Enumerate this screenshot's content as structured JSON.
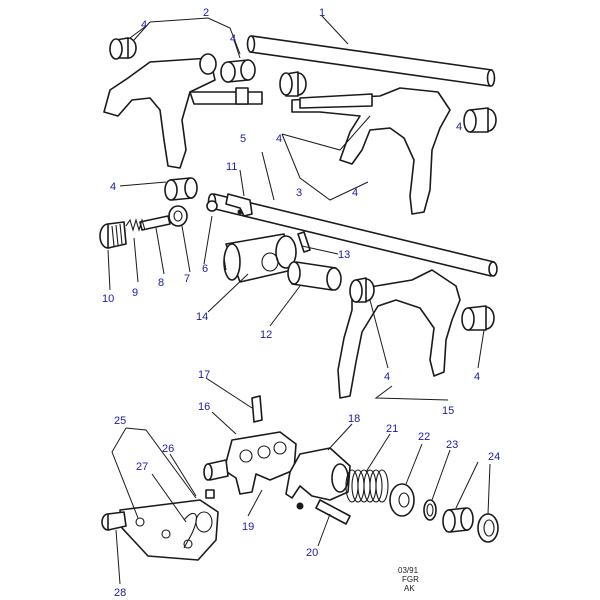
{
  "callouts": {
    "c1": "1",
    "c2": "2",
    "c3": "3",
    "c4a": "4",
    "c4b": "4",
    "c4c": "4",
    "c4d": "4",
    "c4e": "4",
    "c4f": "4",
    "c4g": "4",
    "c4h": "4",
    "c5": "5",
    "c6": "6",
    "c7": "7",
    "c8": "8",
    "c9": "9",
    "c10": "10",
    "c11": "11",
    "c12": "12",
    "c13": "13",
    "c14": "14",
    "c15": "15",
    "c16": "16",
    "c17": "17",
    "c18": "18",
    "c19": "19",
    "c20": "20",
    "c21": "21",
    "c22": "22",
    "c23": "23",
    "c24": "24",
    "c25": "25",
    "c26": "26",
    "c27": "27",
    "c28": "28"
  },
  "stamp": {
    "line1": "03/91",
    "line2": "FGR",
    "line3": "AK"
  },
  "colors": {
    "line": "#1a1a1a",
    "callout": "#1a1aa8",
    "background": "#ffffff"
  }
}
